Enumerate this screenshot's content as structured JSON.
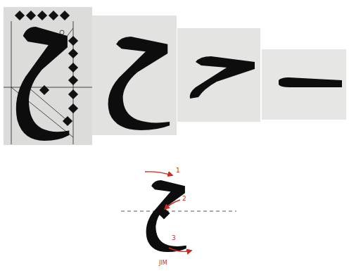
{
  "diagram": {
    "labels": [
      "1",
      "2",
      "3",
      "JIM"
    ]
  }
}
